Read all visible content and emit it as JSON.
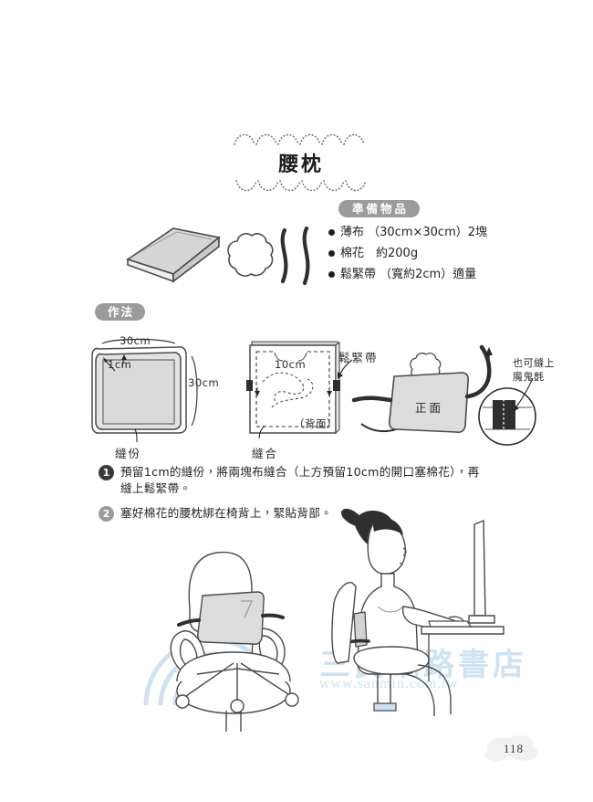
{
  "page": {
    "title": "腰枕",
    "page_number": "118",
    "background": "#ffffff"
  },
  "materials": {
    "badge_label": "準備物品",
    "items": [
      "薄布 （30cm×30cm）2塊",
      "棉花　約200g",
      "鬆緊帶 （寬約2cm）適量"
    ],
    "illustration": {
      "fabric": "folded-fabric-stack",
      "cotton": "cotton-ball",
      "elastic": "elastic-band-strips"
    }
  },
  "method": {
    "badge_label": "作法",
    "steps": [
      {
        "number": "1",
        "marker_style": "filled",
        "text": "預留1cm的縫份，將兩塊布縫合（上方預留10cm的開口塞棉花），再縫上鬆緊帶。"
      },
      {
        "number": "2",
        "marker_style": "gray",
        "text": "塞好棉花的腰枕綁在椅背上，緊貼背部。"
      }
    ]
  },
  "diagrams": {
    "d1": {
      "name": "fabric-measurements",
      "width_label": "30cm",
      "height_label": "30cm",
      "seam_allowance_label": "1cm",
      "caption": "縫份"
    },
    "d2": {
      "name": "sewing-back-side",
      "opening_label": "10cm",
      "elastic_label": "鬆緊帶",
      "side_label": "（背面）",
      "caption": "縫合"
    },
    "d3": {
      "name": "finished-cushion-front",
      "front_label": "正面",
      "note_label": "也可縫上魔鬼氈"
    }
  },
  "illustrations": {
    "chair": {
      "name": "office-chair-with-cushion",
      "caption": ""
    },
    "person": {
      "name": "person-sitting-at-desk",
      "caption": ""
    }
  },
  "watermark": {
    "text": "三民網路書店",
    "url": "www.sanmin.com.tw",
    "color": "#cfe2f2"
  },
  "colors": {
    "badge_gray": "#9b9b9b",
    "ink": "#231f20",
    "fabric_gray": "#d9d9d9",
    "elastic_dark": "#3a3a3a",
    "watermark_blue": "#cfe2f2"
  }
}
